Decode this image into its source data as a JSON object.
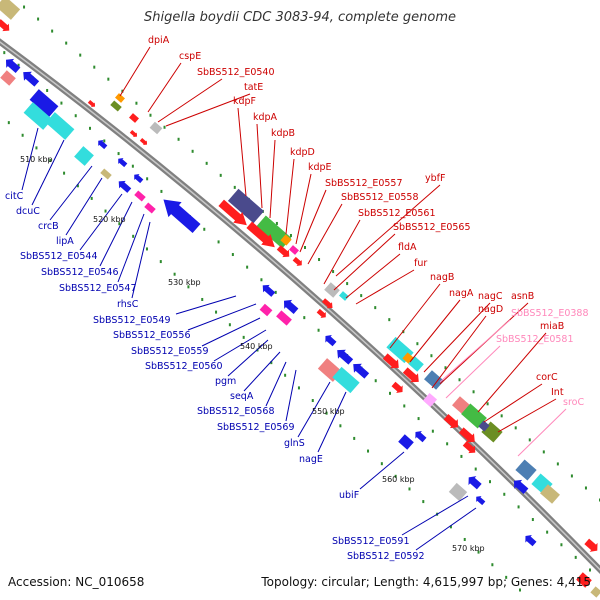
{
  "title": "Shigella boydii CDC 3083-94, complete genome",
  "accession": "Accession: NC_010658",
  "summary": "Topology: circular; Length: 4,615,997 bp; Genes: 4,415",
  "ticks": [
    "510 kbp",
    "520 kbp",
    "530 kbp",
    "540 kbp",
    "550 kbp",
    "560 kbp",
    "570 kbp"
  ],
  "colors": {
    "backbone": "#808080",
    "dots": "#2e8b2e",
    "forward_label": "#cc0000",
    "reverse_label": "#0000b0",
    "rna_label": "#ff88bb",
    "forward_cds": "#ff1e1e",
    "reverse_cds": "#1a1ae6",
    "cyan": "#33dddd",
    "slate": "#4a4a8c",
    "steel": "#4d7fb3",
    "green": "#44bb44",
    "olive": "#6b8e23",
    "khaki": "#c8b878",
    "salmon": "#f08080",
    "orange": "#ff9900",
    "magenta": "#ff22aa",
    "grey": "#bbbbbb",
    "violet": "#ffaaff"
  },
  "forward_labels": [
    "dpiA",
    "cspE",
    "SbBS512_E0540",
    "tatE",
    "kdpF",
    "kdpA",
    "kdpB",
    "kdpD",
    "kdpE",
    "SbBS512_E0557",
    "SbBS512_E0558",
    "ybfF",
    "SbBS512_E0561",
    "SbBS512_E0565",
    "fldA",
    "fur",
    "nagB",
    "nagA",
    "nagC",
    "asnB",
    "nagD",
    "miaB",
    "corC",
    "Int"
  ],
  "reverse_labels": [
    "citC",
    "dcuC",
    "crcB",
    "lipA",
    "SbBS512_E0544",
    "SbBS512_E0546",
    "SbBS512_E0547",
    "rhsC",
    "SbBS512_E0549",
    "SbBS512_E0556",
    "SbBS512_E0559",
    "SbBS512_E0560",
    "pgm",
    "seqA",
    "SbBS512_E0568",
    "SbBS512_E0569",
    "glnS",
    "nagE",
    "ubiF",
    "SbBS512_E0591",
    "SbBS512_E0592"
  ],
  "rna_labels": [
    "SbBS512_E0388",
    "SbBS512_E0581",
    "sroC"
  ]
}
